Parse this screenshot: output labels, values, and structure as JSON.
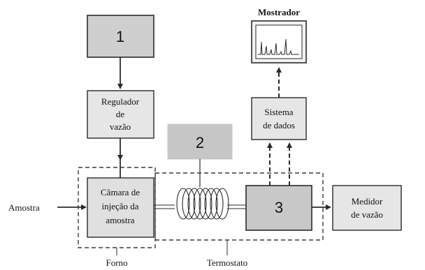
{
  "diagram": {
    "labels": {
      "box1": "1",
      "box2": "2",
      "box3": "3",
      "mostrador": "Mostrador",
      "regulador_line1": "Regulador",
      "regulador_line2": "de",
      "regulador_line3": "vazão",
      "sistema_line1": "Sistema",
      "sistema_line2": "de dados",
      "camara_line1": "Câmara de",
      "camara_line2": "injeção da",
      "camara_line3": "amostra",
      "medidor_line1": "Medidor",
      "medidor_line2": "de vazão",
      "amostra": "Amostra",
      "forno": "Forno",
      "termostato": "Termostato"
    },
    "colors": {
      "box_dark": "#cfcfcf",
      "box_light": "#e8e8e8",
      "box_medium": "#c8c8c8",
      "stroke": "#2a2a2a",
      "dashed": "#3a3a3a"
    }
  }
}
